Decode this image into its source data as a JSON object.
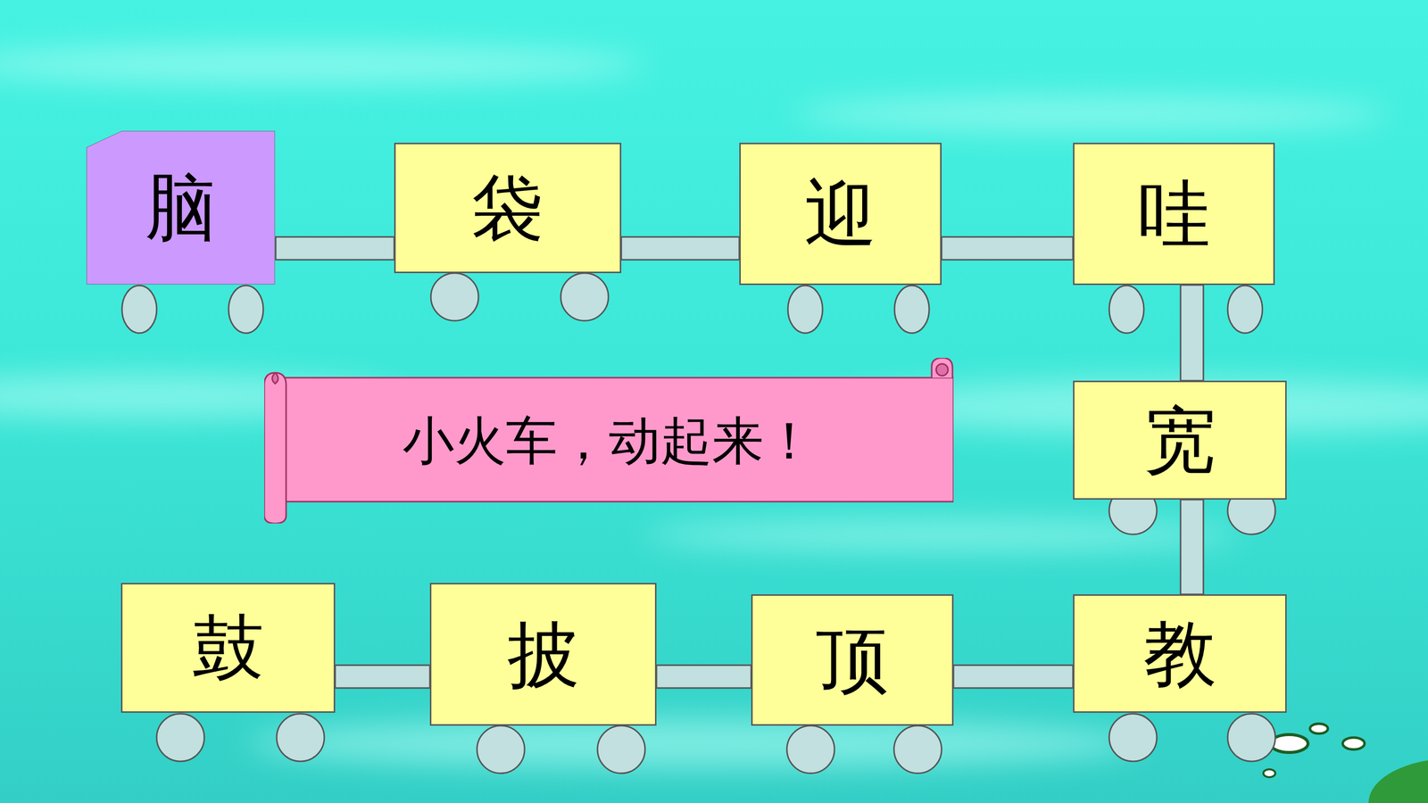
{
  "diagram": {
    "nodes": [
      {
        "text": [
          "脑"
        ]
      },
      {
        "text": [
          "袋"
        ]
      },
      {
        "text": [
          "迎"
        ]
      },
      {
        "text": [
          "哇"
        ]
      },
      {
        "text": [
          "宽"
        ]
      },
      {
        "text": [
          "教"
        ]
      },
      {
        "text": [
          "顶"
        ]
      },
      {
        "text": [
          "披"
        ]
      },
      {
        "text": [
          "鼓"
        ]
      },
      {
        "text": [
          "小火车，动起来！"
        ]
      }
    ],
    "edges": [
      {
        "from": 0,
        "to": 1,
        "arrow": "none"
      },
      {
        "from": 1,
        "to": 2,
        "arrow": "none"
      },
      {
        "from": 2,
        "to": 3,
        "arrow": "none"
      },
      {
        "from": 3,
        "to": 4,
        "arrow": "none"
      },
      {
        "from": 4,
        "to": 5,
        "arrow": "none"
      },
      {
        "from": 5,
        "to": 6,
        "arrow": "none"
      },
      {
        "from": 6,
        "to": 7,
        "arrow": "none"
      },
      {
        "from": 7,
        "to": 8,
        "arrow": "none"
      }
    ]
  }
}
